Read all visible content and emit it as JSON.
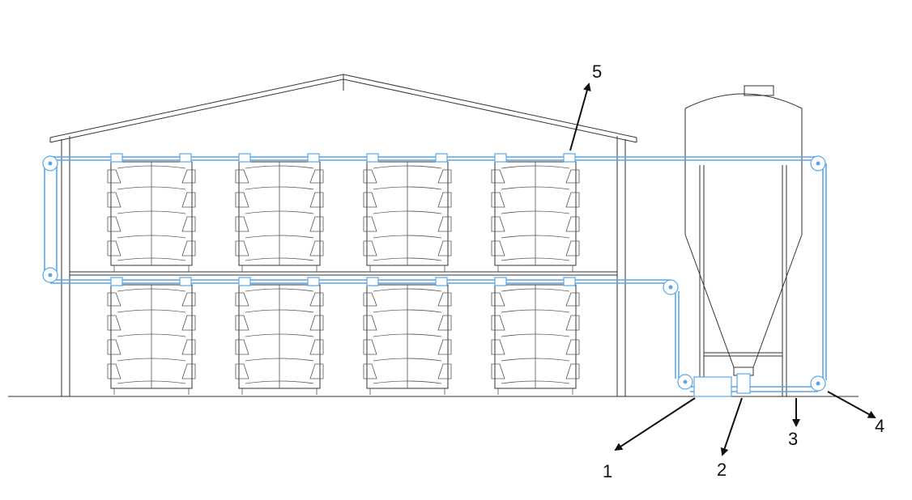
{
  "diagram": {
    "colors": {
      "structure": "#333333",
      "conveyor": "#5aa6e6",
      "callout": "#111111"
    },
    "callouts": [
      {
        "id": "callout-1",
        "label": "1"
      },
      {
        "id": "callout-2",
        "label": "2"
      },
      {
        "id": "callout-3",
        "label": "3"
      },
      {
        "id": "callout-4",
        "label": "4"
      },
      {
        "id": "callout-5",
        "label": "5"
      }
    ]
  }
}
